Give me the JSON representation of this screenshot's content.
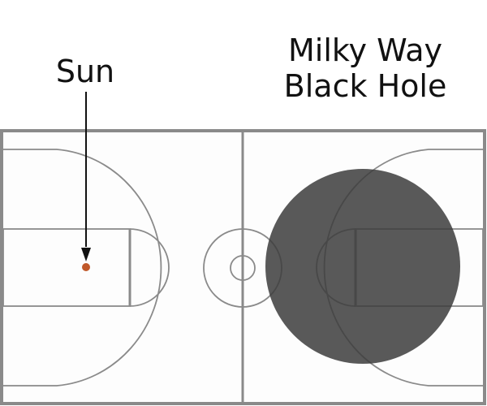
{
  "labels": {
    "sun": "Sun",
    "black_hole_line1": "Milky Way",
    "black_hole_line2": "Black Hole"
  },
  "colors": {
    "court_line": "#8a8a8a",
    "court_bg": "#fdfdfd",
    "black_hole": "#4a4a4a",
    "sun": "#c0582a",
    "arrow": "#111111"
  }
}
